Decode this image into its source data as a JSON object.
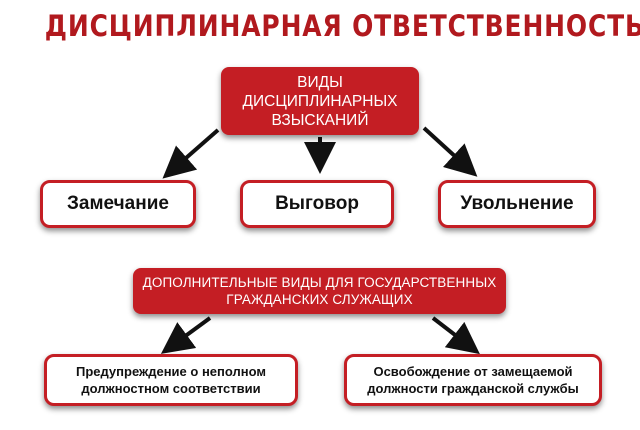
{
  "title": "ДИСЦИПЛИНАРНАЯ ОТВЕТСТВЕННОСТЬ",
  "main_heading": "ВИДЫ\nДИСЦИПЛИНАРНЫХ\nВЗЫСКАНИЙ",
  "penalties": [
    "Замечание",
    "Выговор",
    "Увольнение"
  ],
  "additional_heading": "ДОПОЛНИТЕЛЬНЫЕ ВИДЫ ДЛЯ ГОСУДАРСТВЕННЫХ\nГРАЖДАНСКИХ СЛУЖАЩИХ",
  "additional_penalties": [
    "Предупреждение о неполном\nдолжностном соответствии",
    "Освобождение от замещаемой\nдолжности гражданской службы"
  ],
  "colors": {
    "accent_red": "#c41e24",
    "title_red": "#b1191e",
    "arrow": "#111111"
  }
}
